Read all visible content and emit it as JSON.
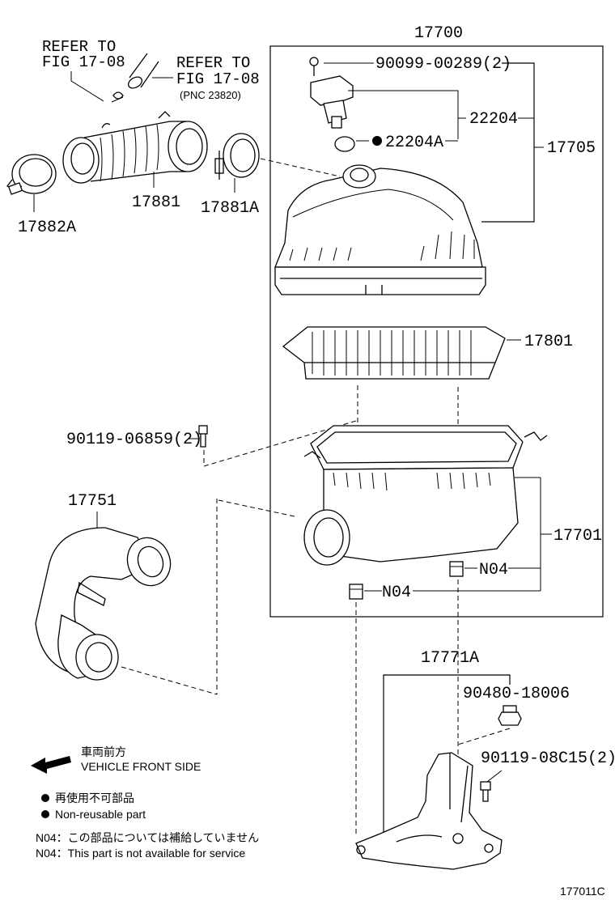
{
  "refs": {
    "ref_a_line1": "REFER TO",
    "ref_a_line2": "FIG 17-08",
    "ref_b_line1": "REFER TO",
    "ref_b_line2": "FIG 17-08",
    "ref_b_pnc": "(PNC 23820)"
  },
  "parts": {
    "p17700": "17700",
    "p90099": "90099-00289(2)",
    "p22204": "22204",
    "p22204A": "22204A",
    "p17705": "17705",
    "p17882A": "17882A",
    "p17881": "17881",
    "p17881A": "17881A",
    "p17801": "17801",
    "p90119a": "90119-06859(2)",
    "p17751": "17751",
    "p17701": "17701",
    "n04a": "N04",
    "n04b": "N04",
    "p17771A": "17771A",
    "p90480": "90480-18006",
    "p90119b": "90119-08C15(2)"
  },
  "legend": {
    "direction_jp": "車両前方",
    "direction_en": "VEHICLE FRONT SIDE",
    "nonreuse_jp": "再使用不可部品",
    "nonreuse_en": "Non-reusable part",
    "n04_jp": "N04：この部品については補給していません",
    "n04_en": "N04：This part is not available for service"
  },
  "figure_id": "177011C"
}
